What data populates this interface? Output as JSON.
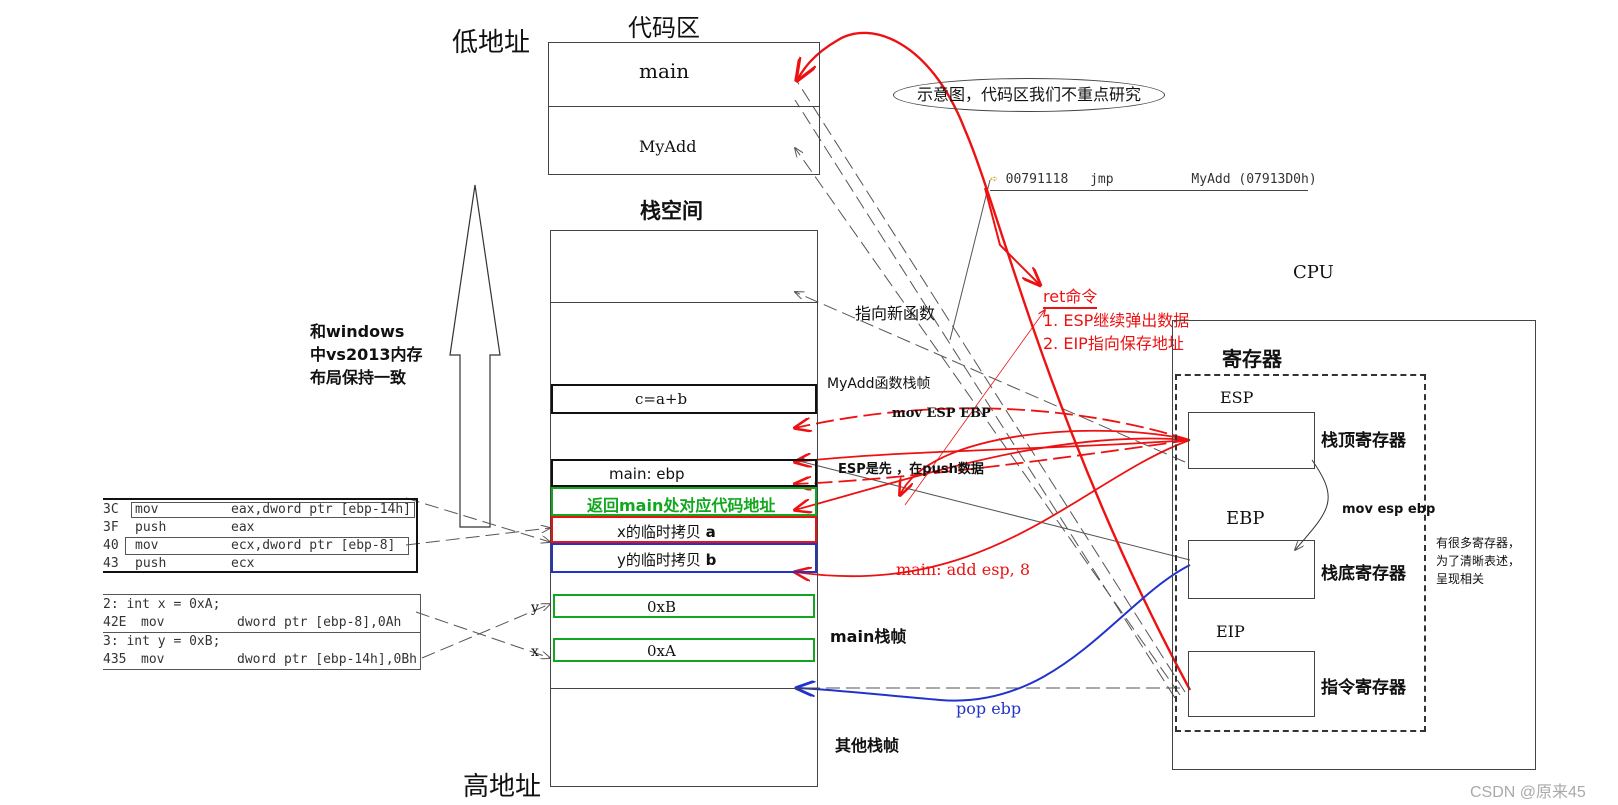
{
  "labels": {
    "low_address": "低地址",
    "high_address": "高地址",
    "code_area": "代码区",
    "stack_space": "栈空间",
    "layout_note": [
      "和windows",
      "中vs2013内存",
      "布局保持一致"
    ],
    "schematic_note": "示意图，代码区我们不重点研究",
    "point_new_func": "指向新函数",
    "myadd_frame": "MyAdd函数栈帧",
    "main_frame": "main栈帧",
    "other_frames": "其他栈帧",
    "csdn": "CSDN @原来45"
  },
  "code_area": {
    "cells": [
      "main",
      "MyAdd"
    ]
  },
  "stack_cells": {
    "c_eq": "c=a+b",
    "main_ebp": "main: ebp",
    "return_addr": "返回main处对应代码地址",
    "x_copy": "x的临时拷贝",
    "x_copy_tag": "a",
    "y_copy": "y的临时拷贝",
    "y_copy_tag": "b",
    "val_b": "0xB",
    "val_a": "0xA"
  },
  "var_labels": {
    "y": "y",
    "x": "x"
  },
  "jmp_line": {
    "addr": "00791118",
    "op": "jmp",
    "target": "MyAdd (07913D0h)"
  },
  "ret": {
    "title": "ret命令",
    "items": [
      "1. ESP继续弹出数据",
      "2. EIP指向保存地址"
    ]
  },
  "instructions": {
    "mov_esp_ebp_top": "mov ESP EBP",
    "esp_push_note": "ESP是先  ，在push数据",
    "add_esp": "main: add esp, 8",
    "pop_ebp": "pop ebp",
    "mov_esp_ebp_right": "mov esp ebp"
  },
  "cpu": {
    "title": "CPU",
    "registers_title": "寄存器",
    "esp": "ESP",
    "esp_desc": "栈顶寄存器",
    "ebp": "EBP",
    "ebp_desc": "栈底寄存器",
    "eip": "EIP",
    "eip_desc": "指令寄存器",
    "note": [
      "有很多寄存器，",
      "为了清晰表述，",
      "呈现相关"
    ]
  },
  "disasm_push": [
    {
      "addr": "3C",
      "op": "mov",
      "args": "eax,dword ptr [ebp-14h]"
    },
    {
      "addr": "3F",
      "op": "push",
      "args": "eax"
    },
    {
      "addr": "40",
      "op": "mov",
      "args": "ecx,dword ptr [ebp-8]"
    },
    {
      "addr": "43",
      "op": "push",
      "args": "ecx"
    }
  ],
  "disasm_init": [
    {
      "addr": "2:",
      "op": "int x = 0xA;",
      "args": ""
    },
    {
      "addr": "42E",
      "op": "mov",
      "args": "dword ptr [ebp-8],0Ah"
    },
    {
      "addr": "3:",
      "op": "int y = 0xB;",
      "args": ""
    },
    {
      "addr": "435",
      "op": "mov",
      "args": "dword ptr [ebp-14h],0Bh"
    }
  ],
  "colors": {
    "red": "#ee1111",
    "blue": "#2233cc",
    "green": "#11a820",
    "gray": "#555555"
  }
}
